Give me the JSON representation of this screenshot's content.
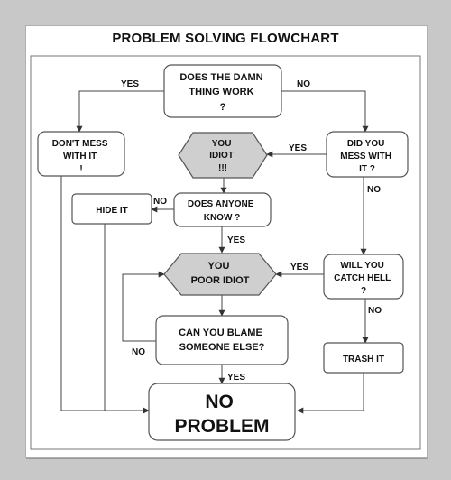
{
  "title": "PROBLEM SOLVING FLOWCHART",
  "nodes": {
    "works": [
      "DOES THE DAMN",
      "THING WORK",
      "?"
    ],
    "dont_mess": [
      "DON'T MESS",
      "WITH IT",
      "!"
    ],
    "did_mess": [
      "DID YOU",
      "MESS WITH",
      "IT ?"
    ],
    "you_idiot": [
      "YOU",
      "IDIOT",
      "!!!"
    ],
    "anyone_know": [
      "DOES ANYONE",
      "KNOW ?"
    ],
    "hide_it": [
      "HIDE IT"
    ],
    "poor_idiot": [
      "YOU",
      "POOR IDIOT"
    ],
    "catch_hell": [
      "WILL YOU",
      "CATCH HELL",
      "?"
    ],
    "blame": [
      "CAN YOU BLAME",
      "SOMEONE ELSE?"
    ],
    "trash": [
      "TRASH IT"
    ],
    "no_problem": [
      "NO",
      "PROBLEM"
    ]
  },
  "edge_labels": {
    "works_yes": "YES",
    "works_no": "NO",
    "mess_yes": "YES",
    "mess_no": "NO",
    "know_no": "NO",
    "know_yes": "YES",
    "hell_yes": "YES",
    "hell_no": "NO",
    "blame_no": "NO",
    "blame_yes": "YES"
  }
}
